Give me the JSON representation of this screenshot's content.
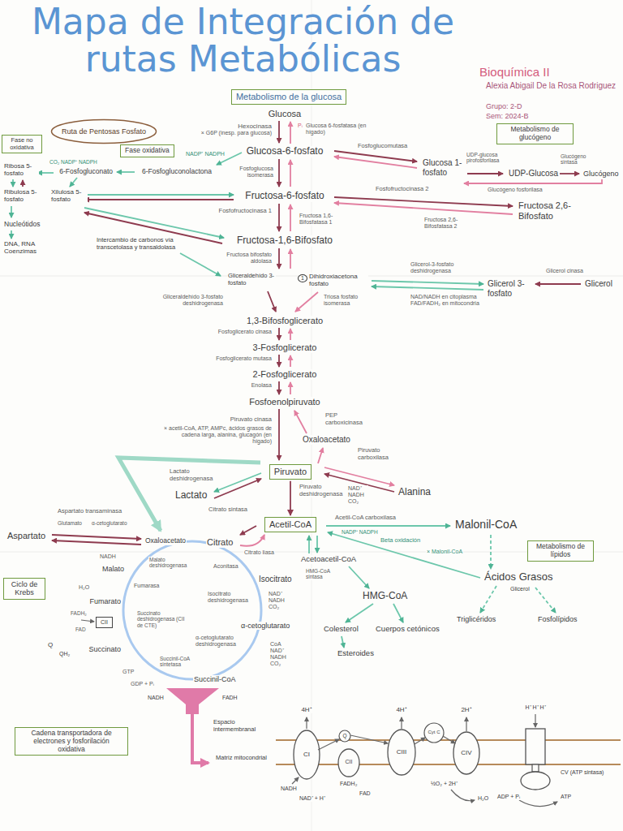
{
  "diagram": {
    "title": "Mapa de Integración de rutas Metabólicas",
    "nodes": [
      {
        "text": [
          "Metabolismo de la glucosa"
        ]
      },
      {
        "text": [
          "Ruta de Pentosas Fosfato"
        ]
      },
      {
        "text": [
          "Fase oxidativa"
        ]
      },
      {
        "text": [
          "Fase no oxidativa"
        ]
      },
      {
        "text": [
          "Metabolismo de glucógeno"
        ]
      },
      {
        "text": [
          "Piruvato"
        ]
      },
      {
        "text": [
          "Acetil-CoA"
        ]
      },
      {
        "text": [
          "Metabolismo de lípidos"
        ]
      },
      {
        "text": [
          "Ciclo de Krebs"
        ]
      },
      {
        "text": [
          "CII"
        ]
      },
      {
        "text": [
          "Cadena transportadora de electrones y fosforilación oxidativa"
        ]
      }
    ],
    "edges": [
      {
        "from": 5,
        "to": 6,
        "arrow": "to"
      }
    ],
    "labels": [
      "Bioquímica II",
      "Alexia Abigail De la Rosa Rodriguez",
      "Grupo: 2-D",
      "Sem: 2024-B",
      "Hexocinasa",
      "× G6P (inesp. para glucosa)",
      "Glucosa",
      "Pᵢ",
      "Glucosa 6-fosfatasa (en hígado)",
      "Glucosa-6-fosfato",
      "Fosfoglucosa isomerasa",
      "NADP⁺ NADPH",
      "6-Fosfogluconolactona",
      "6-Fosfogluconato",
      "CO₂ NADP⁺ NADPH",
      "Ribosa 5-fosfato",
      "Ribulosa 5-fosfato",
      "Xilulosa 5-fosfato",
      "Nucleótidos",
      "DNA, RNA Coenzimas",
      "Intercambio de carbonos vía transcetolasa y transaldolasa",
      "Fosfofructocinasa 1",
      "Fructosa-6-fosfato",
      "Fosfofructocinasa 2",
      "Fructosa 2,6-Bifosfato",
      "Fructosa 1,6-Bifosfatasa 1",
      "Fructosa 2,6-Bifosfatasa 2",
      "Fructosa-1,6-Bifosfato",
      "Fructosa bifosfato aldolasa",
      "Gliceraldehído 3-fosfato",
      "1",
      "Dihidroxiacetona fosfato",
      "Triosa fosfato isomerasa",
      "Gliceraldehído 3-fosfato deshidrogenasa",
      "Glicerol-3-fosfato deshidrogenasa",
      "Glicerol 3-fosfato",
      "Glicerol cinasa",
      "Glicerol",
      "NAD/NADH en citoplasma FAD/FADH₂ en mitocondria",
      "1,3-Bifosfoglicerato",
      "Fosfoglicerato cinasa",
      "3-Fosfoglicerato",
      "Fosfoglicerato mutasa",
      "2-Fosfoglicerato",
      "Enolasa",
      "Fosfoenolpiruvato",
      "Piruvato cinasa",
      "× acetil-CoA, ATP, AMPc, ácidos grasos de cadena larga, alanina, glucagón (en hígado)",
      "PEP carboxicinasa",
      "Oxaloacetato",
      "Piruvato carboxilasa",
      "Lactato deshidrogenasa",
      "Lactato",
      "Piruvato deshidrogenasa",
      "NAD⁺ NADH CO₂",
      "Alanina",
      "Aspartato transaminasa",
      "Glutamato",
      "α-cetoglutarato",
      "Aspartato",
      "Oxaloacetato",
      "Citrato sintasa",
      "Citrato",
      "Citrato liasa",
      "Acetil-CoA carboxilasa",
      "NADP⁺ NADPH",
      "Malonil-CoA",
      "Beta oxidación",
      "× Malonil-CoA",
      "Ácidos Grasos",
      "Glicerol",
      "Triglicéridos",
      "Fosfolípidos",
      "Acetoacetil-CoA",
      "HMG-CoA sintasa",
      "HMG-CoA",
      "Colesterol",
      "Cuerpos cetónicos",
      "Esteroides",
      "Aconitasa",
      "Isocitrato",
      "Isocitrato deshidrogenasa",
      "NAD⁺ NADH CO₂",
      "α-cetoglutarato",
      "α-cetoglutarato deshidrogenasa",
      "CoA NAD⁺ NADH CO₂",
      "Succinil-CoA",
      "Succinil-CoA sintetasa",
      "GTP",
      "GDP + Pᵢ",
      "Succinato",
      "Succinato deshidrogenasa (CII de CTE)",
      "Fumarato",
      "Fumarasa",
      "H₂O",
      "Malato",
      "Malato deshidrogenasa",
      "NADH",
      "FADH₂",
      "FAD",
      "Q",
      "QH₂",
      "NADH",
      "FADH",
      "Espacio intermembranal",
      "Matriz mitocondrial",
      "CI",
      "4H⁺",
      "CII",
      "Q",
      "CIII",
      "4H⁺",
      "Cyt C",
      "CIV",
      "2H⁺",
      "H⁺ H⁺ H⁺",
      "CV (ATP sintasa)",
      "ADP + Pᵢ",
      "ATP",
      "NADH",
      "NAD⁺ + H⁺",
      "FADH₂",
      "FAD",
      "½O₂ + 2H⁺",
      "H₂O",
      "Fosfoglucomutasa",
      "Glucosa 1-fosfato",
      "UDP-glucosa pirofosforilasa",
      "UDP-Glucosa",
      "Glucógeno sintasa",
      "Glucógeno",
      "Glucógeno fosforilasa"
    ]
  }
}
